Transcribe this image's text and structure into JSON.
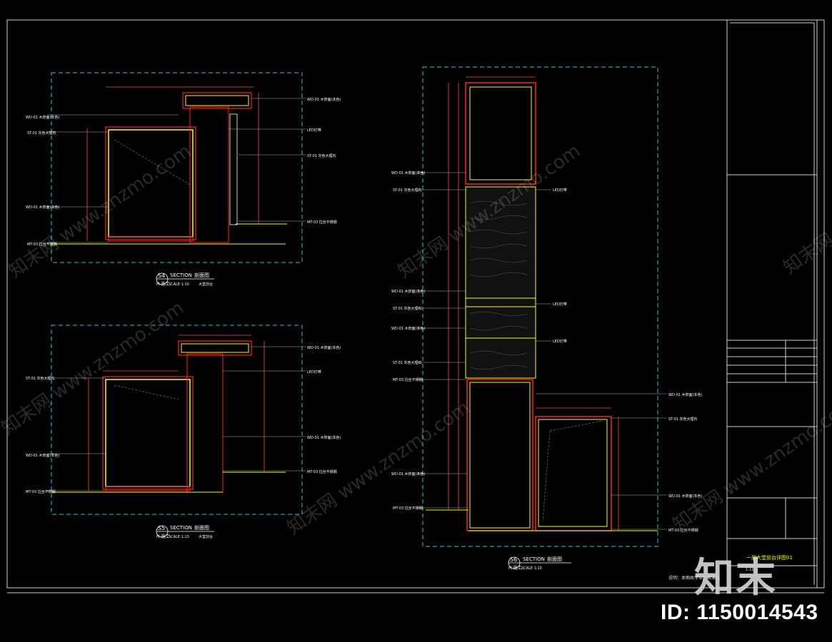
{
  "drawing": {
    "sections": [
      {
        "id": "S4",
        "sheet": "H-施工",
        "title": "SECTION",
        "subtitle": "剖面图",
        "scale": "SCALE 1:10",
        "note": "大堂前台"
      },
      {
        "id": "S5",
        "sheet": "H-施工",
        "title": "SECTION",
        "subtitle": "剖面图",
        "scale": "SCALE 1:10",
        "note": "大堂前台"
      },
      {
        "id": "S6",
        "sheet": "H-施工",
        "title": "SECTION",
        "subtitle": "剖面图",
        "scale": "SCALE 1:10",
        "note": ""
      }
    ],
    "callouts": {
      "wood": "WD-01 木饰面(本色)",
      "stone": "ST-01 灰色大理石",
      "metal": "MT-03 拉丝不锈钢",
      "light": "LED灯带"
    },
    "title_block": {
      "drawing_name": "一层大堂前台详图01",
      "note": "说明：本图由专业厂家深化",
      "sheet_ref": "1-11"
    },
    "watermark": "知末网 www.znzmo.com",
    "logo_text": "知末",
    "id_label": "ID: 1150014543"
  }
}
